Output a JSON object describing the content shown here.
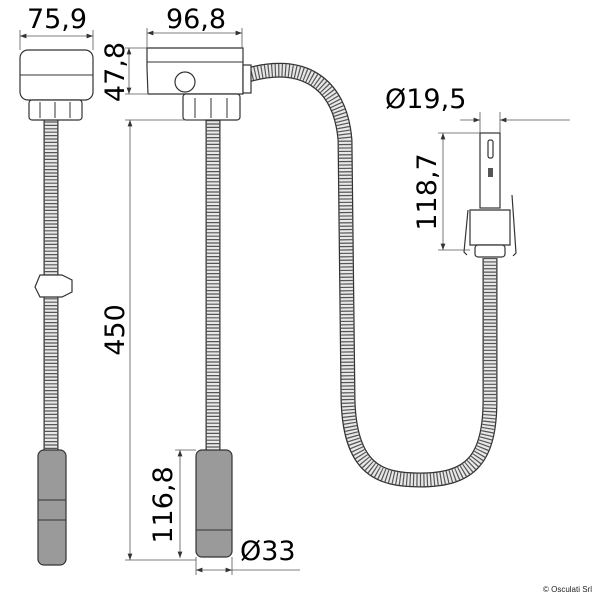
{
  "dimensions": {
    "left_unit_width": "75,9",
    "middle_unit_width": "96,8",
    "head_height": "47,8",
    "hose_length": "450",
    "filter_length": "116,8",
    "filter_diameter": "Ø33",
    "outlet_diameter": "Ø19,5",
    "outlet_height": "118,7"
  },
  "watermark": "© Osculati Srl",
  "colors": {
    "line": "#333333",
    "fill": "#ffffff",
    "hose": "#e8e8e8",
    "filter": "#9a9a9a"
  }
}
